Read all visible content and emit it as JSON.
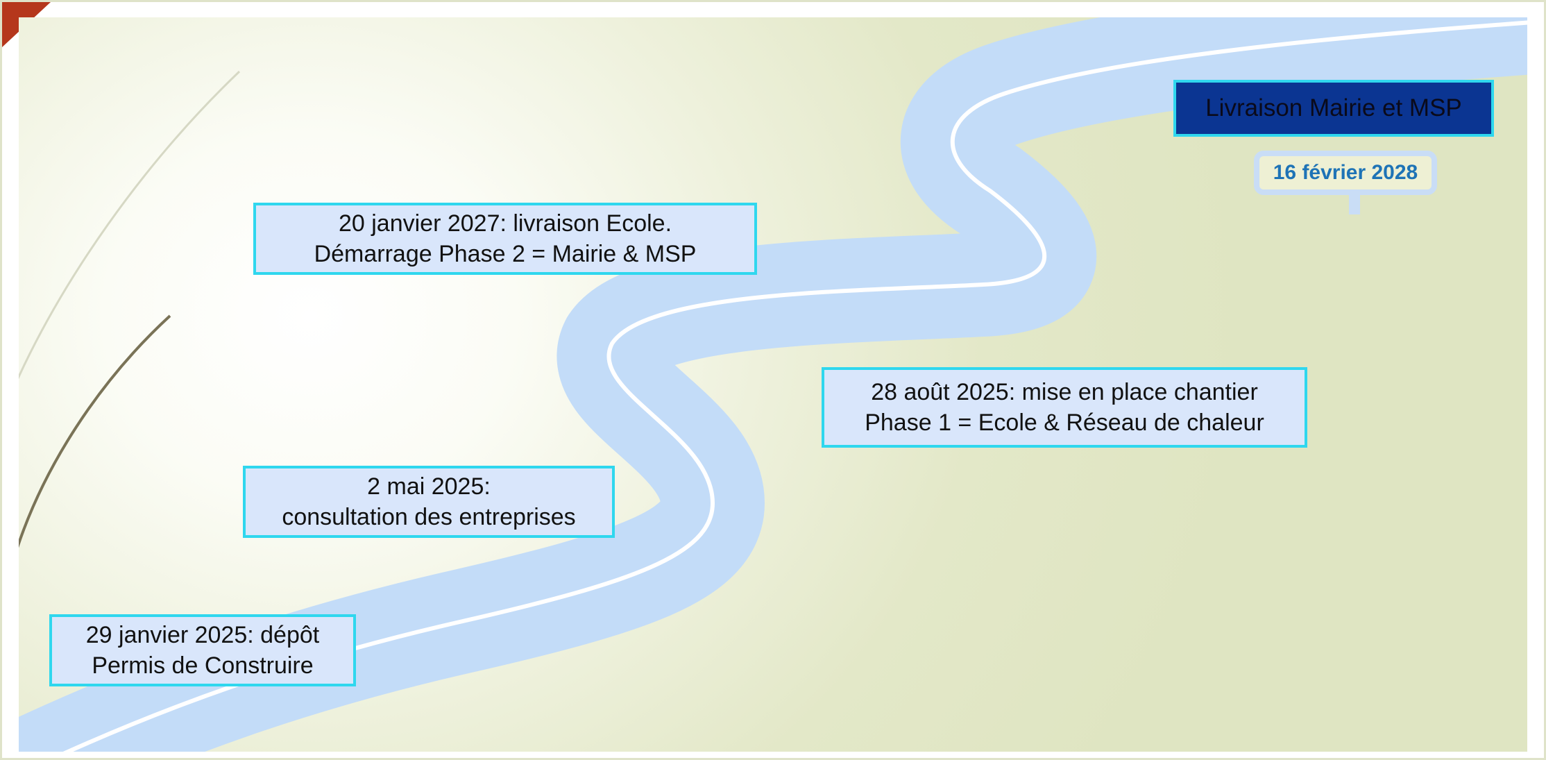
{
  "milestones": {
    "m1": {
      "line1": "29 janvier 2025: dépôt",
      "line2": "Permis de Construire"
    },
    "m2": {
      "line1": "2 mai 2025:",
      "line2": "consultation des entreprises"
    },
    "m3": {
      "line1": "28 août 2025: mise en place chantier",
      "line2": "Phase 1 = Ecole & Réseau de chaleur"
    },
    "m4": {
      "line1": "20 janvier 2027: livraison Ecole.",
      "line2": "Démarrage Phase 2 = Mairie & MSP"
    },
    "final": {
      "label": "Livraison Mairie et MSP",
      "date": "16 février 2028"
    }
  },
  "colors": {
    "box_fill": "#d9e6fb",
    "box_border": "#2fd7ee",
    "final_fill": "#0b3592",
    "road": "#c3dcf8",
    "road_line": "#ffffff",
    "date_text": "#1e73b6",
    "corner_accent": "#b5371c"
  }
}
